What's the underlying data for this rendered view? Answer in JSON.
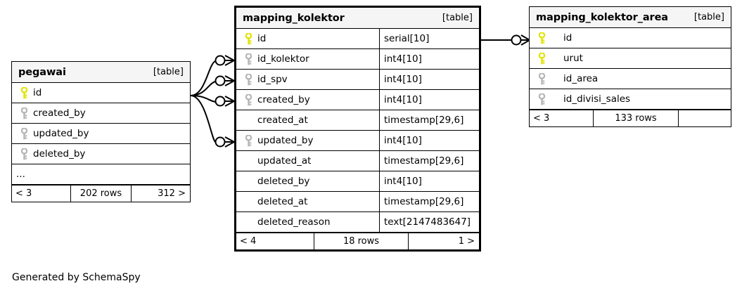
{
  "diagram": {
    "caption": "Generated by SchemaSpy",
    "table_tag": "[table]",
    "key_icons": {
      "primary": "primary-key-icon",
      "foreign": "foreign-key-icon"
    },
    "colors": {
      "primary_key": "#e8e80a",
      "foreign_key": "#b0b0b0",
      "header_bg": "#f5f5f5",
      "border": "#000000",
      "background": "#ffffff",
      "text": "#000000"
    }
  },
  "tables": {
    "pegawai": {
      "name": "pegawai",
      "tag": "[table]",
      "columns": [
        {
          "key": "primary",
          "name": "id",
          "type": ""
        },
        {
          "key": "foreign",
          "name": "created_by",
          "type": ""
        },
        {
          "key": "foreign",
          "name": "updated_by",
          "type": ""
        },
        {
          "key": "foreign",
          "name": "deleted_by",
          "type": ""
        }
      ],
      "ellipsis": "...",
      "footer": {
        "left": "< 3",
        "middle": "202 rows",
        "right": "312 >"
      }
    },
    "mapping_kolektor": {
      "name": "mapping_kolektor",
      "tag": "[table]",
      "columns": [
        {
          "key": "primary",
          "name": "id",
          "type": "serial[10]"
        },
        {
          "key": "foreign",
          "name": "id_kolektor",
          "type": "int4[10]"
        },
        {
          "key": "foreign",
          "name": "id_spv",
          "type": "int4[10]"
        },
        {
          "key": "foreign",
          "name": "created_by",
          "type": "int4[10]"
        },
        {
          "key": "none",
          "name": "created_at",
          "type": "timestamp[29,6]"
        },
        {
          "key": "foreign",
          "name": "updated_by",
          "type": "int4[10]"
        },
        {
          "key": "none",
          "name": "updated_at",
          "type": "timestamp[29,6]"
        },
        {
          "key": "none",
          "name": "deleted_by",
          "type": "int4[10]"
        },
        {
          "key": "none",
          "name": "deleted_at",
          "type": "timestamp[29,6]"
        },
        {
          "key": "none",
          "name": "deleted_reason",
          "type": "text[2147483647]"
        }
      ],
      "footer": {
        "left": "< 4",
        "middle": "18 rows",
        "right": "1 >"
      }
    },
    "mapping_kolektor_area": {
      "name": "mapping_kolektor_area",
      "tag": "[table]",
      "columns": [
        {
          "key": "primary",
          "name": "id",
          "type": ""
        },
        {
          "key": "primary",
          "name": "urut",
          "type": ""
        },
        {
          "key": "foreign",
          "name": "id_area",
          "type": ""
        },
        {
          "key": "foreign",
          "name": "id_divisi_sales",
          "type": ""
        }
      ],
      "footer": {
        "left": "< 3",
        "middle": "133 rows",
        "right": ""
      }
    }
  },
  "relationships": [
    {
      "from": "pegawai.id",
      "to": "mapping_kolektor.id_kolektor"
    },
    {
      "from": "pegawai.id",
      "to": "mapping_kolektor.id_spv"
    },
    {
      "from": "pegawai.id",
      "to": "mapping_kolektor.created_by"
    },
    {
      "from": "pegawai.id",
      "to": "mapping_kolektor.updated_by"
    },
    {
      "from": "mapping_kolektor.id",
      "to": "mapping_kolektor_area.id"
    }
  ]
}
